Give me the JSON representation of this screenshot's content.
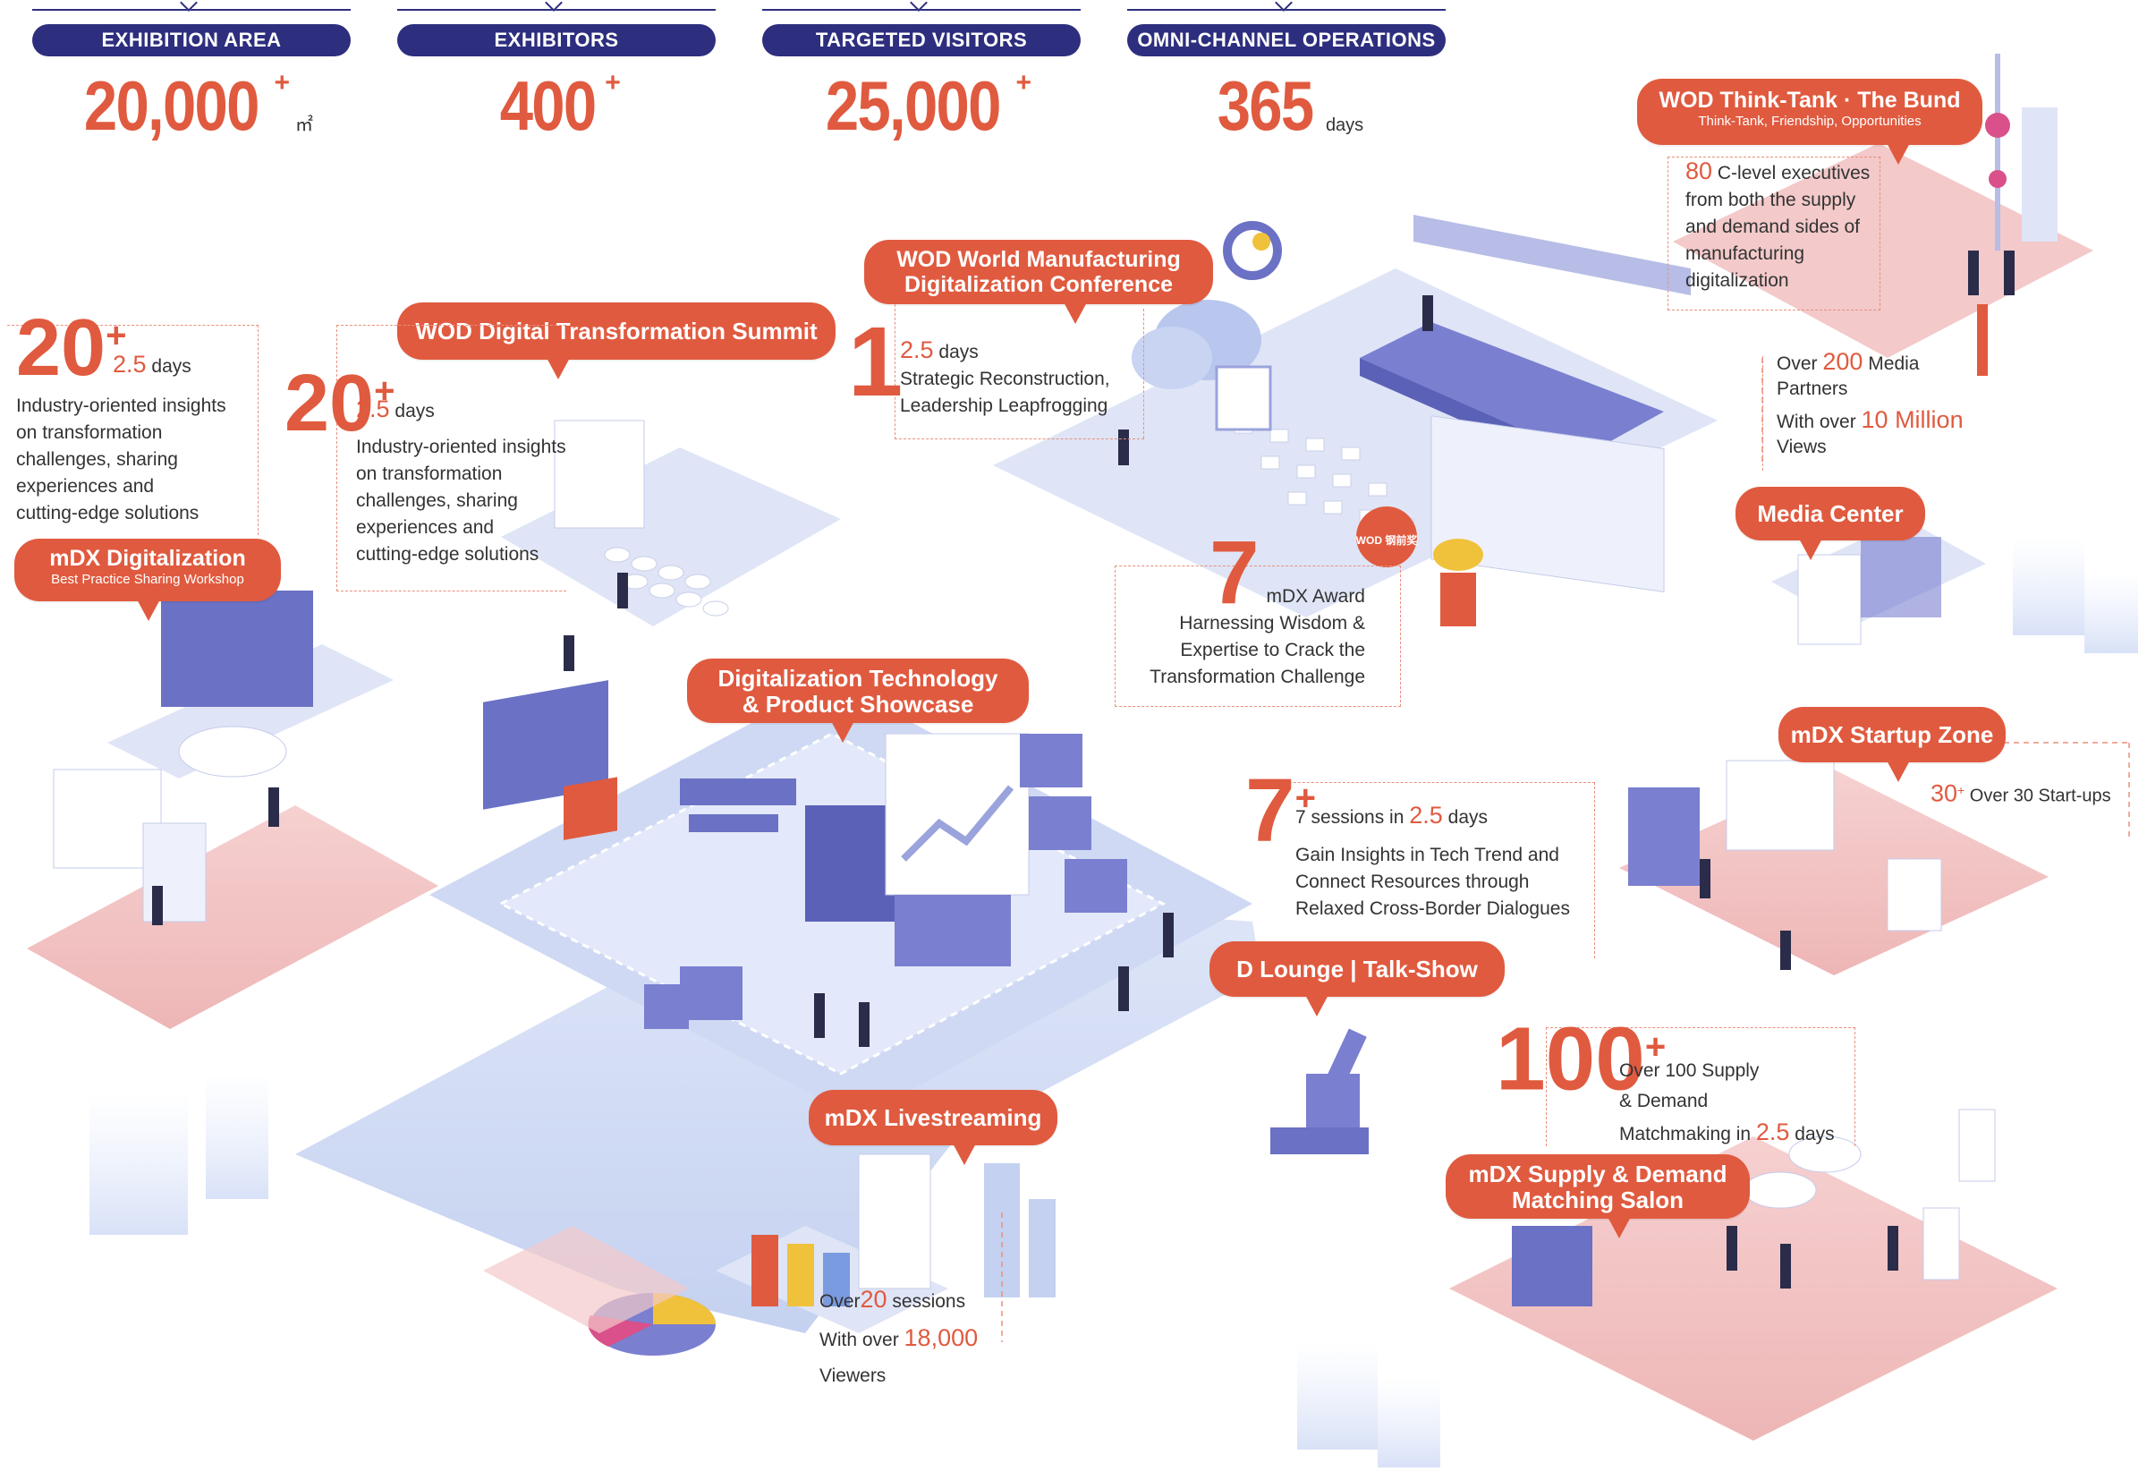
{
  "stats": [
    {
      "label": "EXHIBITION AREA",
      "value": "20,000",
      "sup": "+",
      "unit": "㎡"
    },
    {
      "label": "EXHIBITORS",
      "value": "400",
      "sup": "+",
      "unit": ""
    },
    {
      "label": "TARGETED VISITORS",
      "value": "25,000",
      "sup": "+",
      "unit": ""
    },
    {
      "label": "OMNI-CHANNEL OPERATIONS",
      "value": "365",
      "sup": "",
      "unit": "days"
    }
  ],
  "think_tank": {
    "title": "WOD Think-Tank · The Bund",
    "subtitle": "Think-Tank, Friendship, Opportunities",
    "count": "80",
    "text_1": "C-level executives",
    "text_2": "from both the supply",
    "text_3": "and demand sides of",
    "text_4": "manufacturing",
    "text_5": "digitalization"
  },
  "conference": {
    "title_1": "WOD World Manufacturing",
    "title_2": "Digitalization Conference",
    "count": "1",
    "duration": "2.5",
    "duration_unit": "days",
    "text_1": "Strategic Reconstruction,",
    "text_2": "Leadership Leapfrogging"
  },
  "summit": {
    "title": "WOD Digital Transformation Summit",
    "count": "20",
    "sup": "+",
    "duration": "2.5",
    "duration_unit": "days",
    "text_1": "Industry-oriented insights",
    "text_2": "on transformation",
    "text_3": "challenges, sharing",
    "text_4": "experiences and",
    "text_5": "cutting-edge solutions"
  },
  "workshop": {
    "title": "mDX Digitalization",
    "subtitle": "Best Practice Sharing Workshop",
    "count": "20",
    "sup": "+",
    "duration": "2.5",
    "duration_unit": "days",
    "text_1": "Industry-oriented insights",
    "text_2": "on transformation",
    "text_3": "challenges, sharing",
    "text_4": "experiences and",
    "text_5": "cutting-edge solutions"
  },
  "media": {
    "title": "Media Center",
    "over_1": "Over",
    "partners_count": "200",
    "partners_1": "Media",
    "partners_2": "Partners",
    "over_2": "With over",
    "views_count": "10 Million",
    "views_label": "Views"
  },
  "award": {
    "count": "7",
    "text_1": "mDX Award",
    "text_2": "Harnessing Wisdom &",
    "text_3": "Expertise to Crack the",
    "text_4": "Transformation Challenge",
    "badge": "WOD 钢前奖"
  },
  "showcase": {
    "title_1": "Digitalization Technology",
    "title_2": "& Product Showcase"
  },
  "startup": {
    "title": "mDX Startup Zone",
    "count": "30",
    "sup": "+",
    "text": "Over 30 Start-ups"
  },
  "lounge": {
    "title": "D Lounge | Talk-Show",
    "count": "7",
    "sup": "+",
    "text_pre": "7 sessions in",
    "duration": "2.5",
    "duration_unit": "days",
    "text_1": "Gain Insights in Tech Trend and",
    "text_2": "Connect Resources through",
    "text_3": "Relaxed Cross-Border Dialogues"
  },
  "livestream": {
    "title": "mDX Livestreaming",
    "over_1": "Over",
    "sessions_count": "20",
    "sessions_label": "sessions",
    "over_2": "With over",
    "viewers_count": "18,000",
    "viewers_label": "Viewers"
  },
  "salon": {
    "title_1": "mDX Supply & Demand",
    "title_2": "Matching Salon",
    "count": "100",
    "sup": "+",
    "text_1": "Over 100 Supply",
    "text_2": "& Demand",
    "text_3": "Matchmaking in",
    "duration": "2.5",
    "duration_unit": "days"
  },
  "colors": {
    "accent": "#e05a3f",
    "navy": "#2d2e7e",
    "floor_pink": "#f2c4c4",
    "floor_blue": "#c9d6f2",
    "stage_purple": "#7a7fd0"
  }
}
